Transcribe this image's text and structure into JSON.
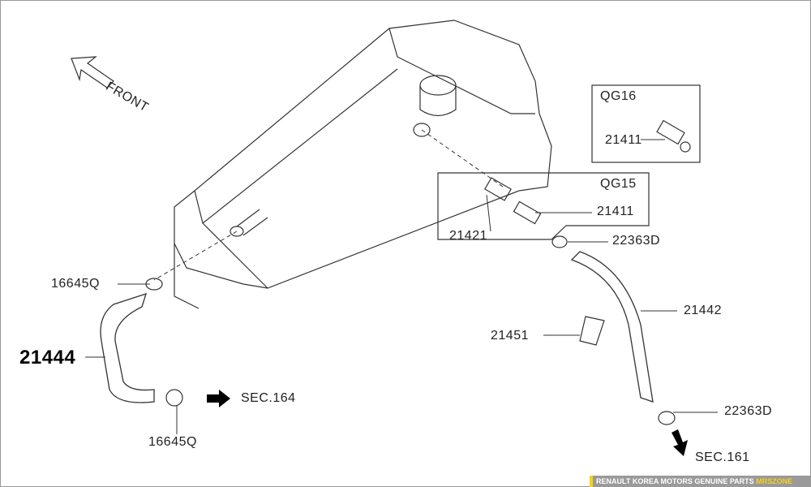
{
  "front_label": "FRONT",
  "variants": {
    "qg16": "QG16",
    "qg15": "QG15"
  },
  "parts": {
    "p21411_qg16": "21411",
    "p21411_qg15": "21411",
    "p21421": "21421",
    "p22363D_top": "22363D",
    "p22363D_bottom": "22363D",
    "p21442": "21442",
    "p21451": "21451",
    "p16645Q_top": "16645Q",
    "p16645Q_bottom": "16645Q",
    "p21444": "21444"
  },
  "refs": {
    "sec164": "SEC.164",
    "sec161": "SEC.161"
  },
  "watermark": {
    "text": "RENAULT KOREA MOTORS GENUINE PARTS",
    "brand": "MRSZONE"
  }
}
